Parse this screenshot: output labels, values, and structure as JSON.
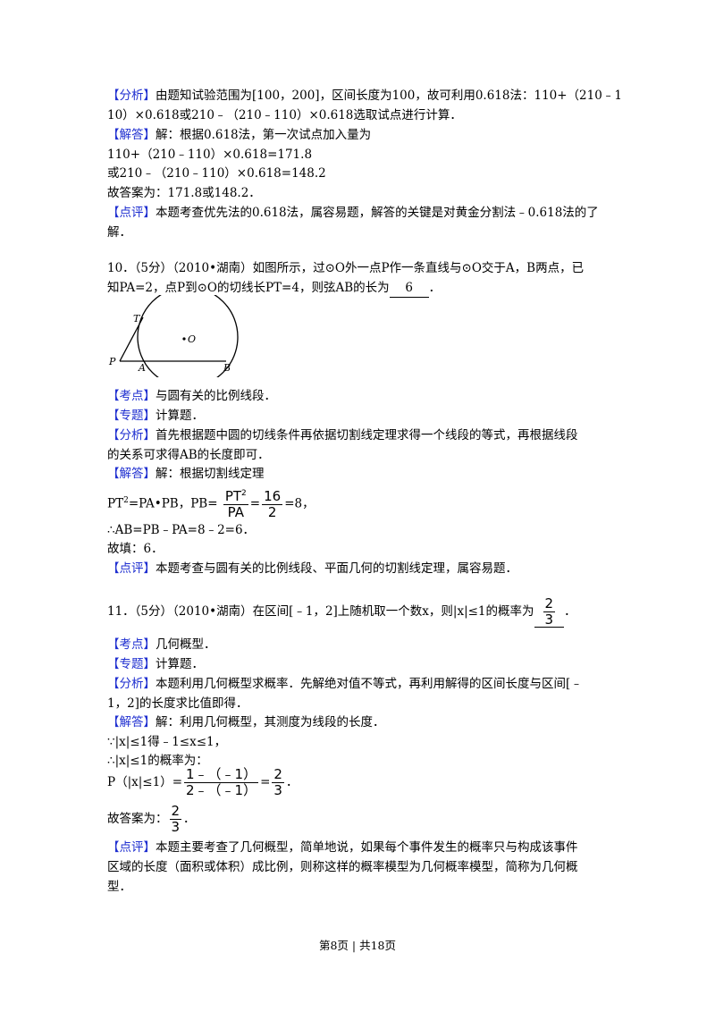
{
  "tags": {
    "analysis": "【分析】",
    "solution": "【解答】",
    "comment": "【点评】",
    "point": "【考点】",
    "topic": "【专题】"
  },
  "q9": {
    "analysis_l1": "由题知试验范围为[100，200]，区间长度为100，故可利用0.618法：110+（210﹣1",
    "analysis_l2": "10）×0.618或210﹣（210﹣110）×0.618选取试点进行计算．",
    "solution_l1": "解：根据0.618法，第一次试点加入量为",
    "solution_l2": "110+（210﹣110）×0.618=171.8",
    "solution_l3": "或210﹣（210﹣110）×0.618=148.2",
    "solution_l4": "故答案为：171.8或148.2．",
    "comment_l1": "本题考查优先法的0.618法，属容易题，解答的关键是对黄金分割法﹣0.618法的了",
    "comment_l2": "解．"
  },
  "q10": {
    "stem_l1": "10．（5分）（2010•湖南）如图所示，过⊙O外一点P作一条直线与⊙O交于A，B两点，已",
    "stem_l2a": "知PA=2，点P到⊙O的切线长PT=4，则弦AB的长为",
    "answer": "6",
    "stem_l2b": "．",
    "figure": {
      "T": "T",
      "O": "O",
      "P": "P",
      "A": "A",
      "B": "B"
    },
    "point": "与圆有关的比例线段．",
    "topic": "计算题．",
    "analysis_l1": "首先根据题中圆的切线条件再依据切割线定理求得一个线段的等式，再根据线段",
    "analysis_l2": "的关系可求得AB的长度即可．",
    "solution_l1": "解：根据切割线定理",
    "formula_a": "PT",
    "formula_a_sup": "2",
    "formula_b": "=PA•PB，PB=",
    "frac1_num": "PT",
    "frac1_num_sup": "2",
    "frac1_den": "PA",
    "eq1": "=",
    "frac2_num": "16",
    "frac2_den": "2",
    "eq2": "=8，",
    "solution_l3": "∴AB=PB﹣PA=8﹣2=6．",
    "solution_l4": "故填：6．",
    "comment": "本题考查与圆有关的比例线段、平面几何的切割线定理，属容易题．"
  },
  "q11": {
    "stem": "11．（5分）（2010•湖南）在区间[﹣1，2]上随机取一个数x，则|x|≤1的概率为",
    "ans_num": "2",
    "ans_den": "3",
    "stem_end": "．",
    "point": "几何概型．",
    "topic": "计算题．",
    "analysis_l1": "本题利用几何概型求概率．先解绝对值不等式，再利用解得的区间长度与区间[﹣",
    "analysis_l2": "1，2]的长度求比值即得．",
    "solution_l1": "解：利用几何概型，其测度为线段的长度．",
    "solution_l2": "∵|x|≤1得﹣1≤x≤1，",
    "solution_l3": "∴|x|≤1的概率为：",
    "p_label": "P（|x|≤1）=",
    "p_num": "1﹣（﹣1）",
    "p_den": "2﹣（﹣1）",
    "p_eq": "=",
    "p_res_num": "2",
    "p_res_den": "3",
    "p_end": "．",
    "final_label": "故答案为：",
    "final_num": "2",
    "final_den": "3",
    "final_end": "．",
    "comment_l1": "本题主要考查了几何概型，简单地说，如果每个事件发生的概率只与构成该事件",
    "comment_l2": "区域的长度（面积或体积）成比例，则称这样的概率模型为几何概率模型，简称为几何概",
    "comment_l3": "型．"
  },
  "footer": "第8页 | 共18页"
}
